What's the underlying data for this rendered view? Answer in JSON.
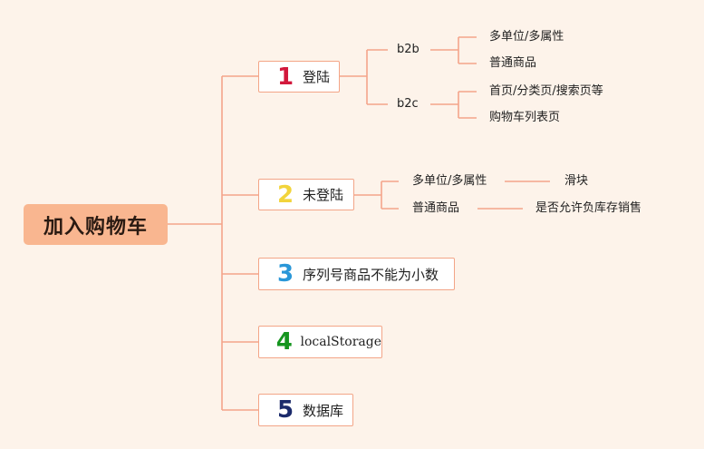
{
  "root": {
    "label": "加入购物车",
    "color": "#f9b690"
  },
  "edge_color": "#f4a58a",
  "branches": [
    {
      "num": "1",
      "num_color": "#d2183c",
      "label": "登陆",
      "children": [
        {
          "label": "b2b",
          "children": [
            "多单位/多属性",
            "普通商品"
          ]
        },
        {
          "label": "b2c",
          "children": [
            "首页/分类页/搜索页等",
            "购物车列表页"
          ]
        }
      ]
    },
    {
      "num": "2",
      "num_color": "#f2d43b",
      "label": "未登陆",
      "children": [
        {
          "label": "多单位/多属性",
          "children": [
            "滑块"
          ]
        },
        {
          "label": "普通商品",
          "children": [
            "是否允许负库存销售"
          ]
        }
      ]
    },
    {
      "num": "3",
      "num_color": "#2a97d8",
      "label": "序列号商品不能为小数"
    },
    {
      "num": "4",
      "num_color": "#15951f",
      "label": "localStorage"
    },
    {
      "num": "5",
      "num_color": "#1b2a6b",
      "label": "数据库"
    }
  ]
}
